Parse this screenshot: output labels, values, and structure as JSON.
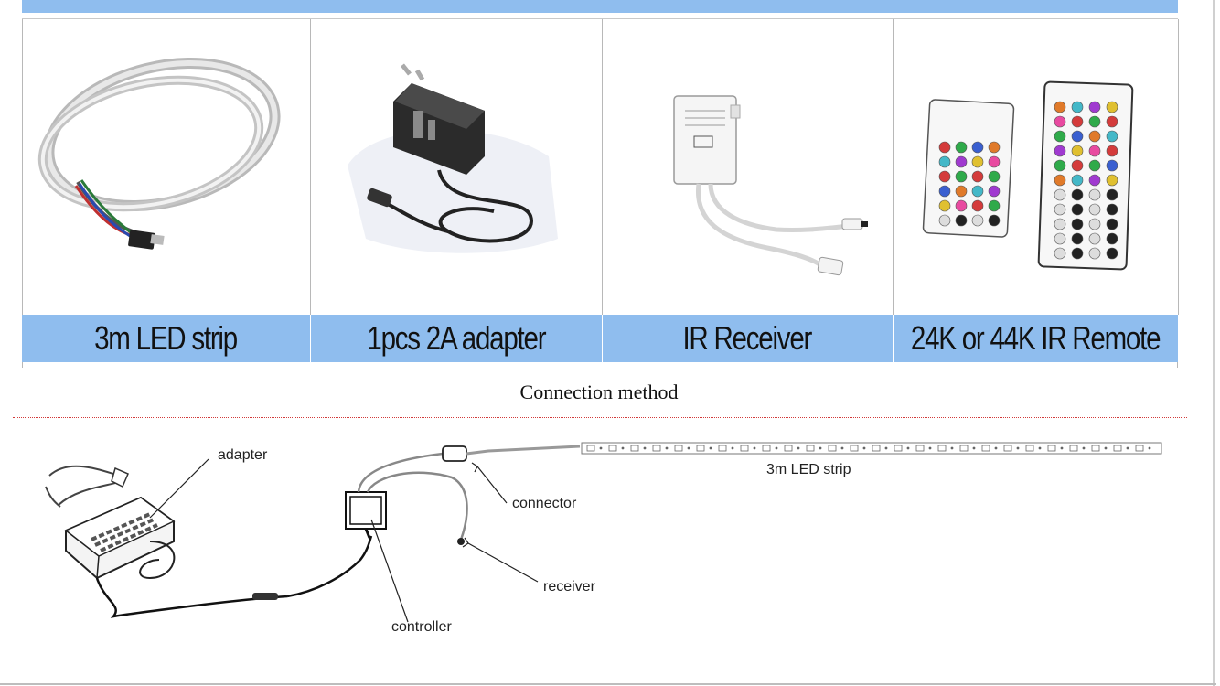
{
  "products": [
    {
      "label": "3m LED strip",
      "icon": "led-strip-coil-icon"
    },
    {
      "label": "1pcs 2A adapter",
      "icon": "power-adapter-icon"
    },
    {
      "label": "IR Receiver",
      "icon": "ir-receiver-icon"
    },
    {
      "label": "24K or 44K IR Remote",
      "icon": "ir-remote-icon"
    }
  ],
  "connection": {
    "heading": "Connection method",
    "labels": {
      "adapter": "adapter",
      "connector": "connector",
      "strip": "3m LED strip",
      "receiver": "receiver",
      "controller": "controller"
    }
  },
  "colors": {
    "band": "#8fbdee",
    "divider": "#d23a3a"
  }
}
